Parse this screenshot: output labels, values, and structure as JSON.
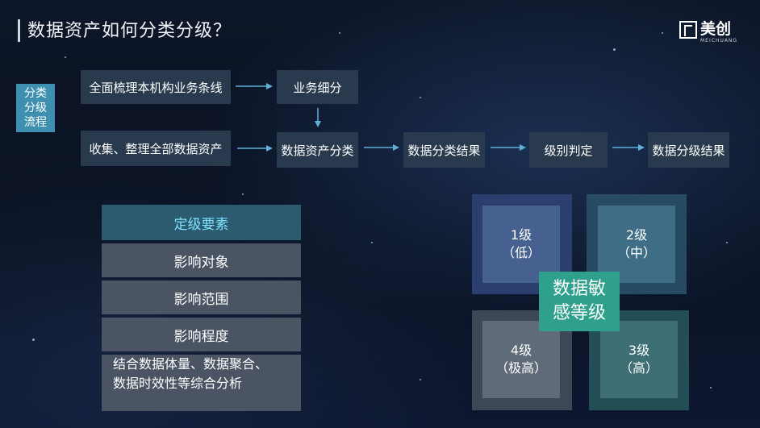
{
  "title": "数据资产如何分类分级？",
  "logo": {
    "text": "美创",
    "sub": "MEICHUANG"
  },
  "flow": {
    "label_lines": [
      "分类",
      "分级",
      "流程"
    ],
    "step1": "全面梳理本机构业务条线",
    "step2": "业务细分",
    "step3": "收集、整理全部数据资产",
    "step4": "数据资产分类",
    "step5": "数据分类结果",
    "step6": "级别判定",
    "step7": "数据分级结果"
  },
  "factors": {
    "header": "定级要素",
    "items": [
      "影响对象",
      "影响范围",
      "影响程度"
    ],
    "note_lines": [
      "结合数据体量、数据聚合、",
      "数据时效性等综合分析"
    ]
  },
  "levels": {
    "center_lines": [
      "数据敏",
      "感等级"
    ],
    "q1": {
      "name": "1级",
      "desc": "（低）"
    },
    "q2": {
      "name": "2级",
      "desc": "（中）"
    },
    "q3": {
      "name": "3级",
      "desc": "（高）"
    },
    "q4": {
      "name": "4级",
      "desc": "（极高）"
    }
  },
  "colors": {
    "q1_inner": "#46608f",
    "q1_frame": "#2a3f6e",
    "q2_inner": "#3f6d86",
    "q2_frame": "#264b63",
    "q3_inner": "#3e6f74",
    "q3_frame": "#244e55",
    "q4_inner": "#5f6b78",
    "q4_frame": "#3d4856",
    "center": "#2ea08c",
    "accent": "#3f8fb0"
  }
}
